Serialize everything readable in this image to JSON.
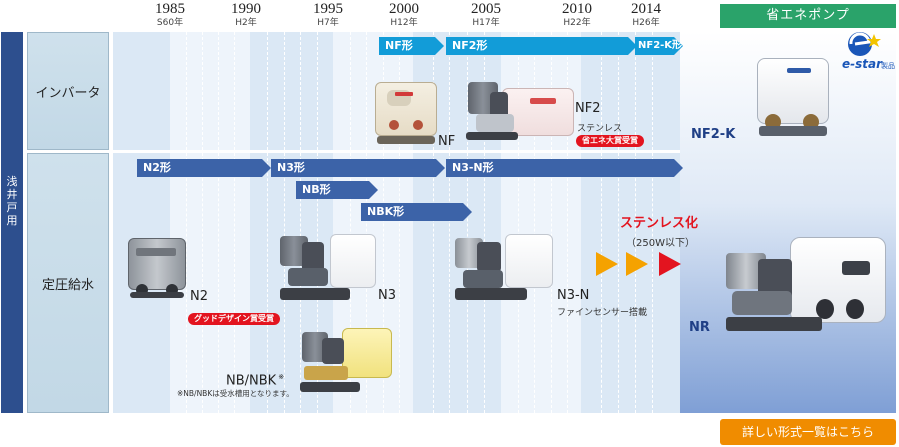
{
  "timeline": {
    "years": [
      {
        "year": "1985",
        "era": "S60年"
      },
      {
        "year": "1990",
        "era": "H2年"
      },
      {
        "year": "1995",
        "era": "H7年"
      },
      {
        "year": "2000",
        "era": "H12年"
      },
      {
        "year": "2005",
        "era": "H17年"
      },
      {
        "year": "2010",
        "era": "H22年"
      },
      {
        "year": "2014",
        "era": "H26年"
      }
    ]
  },
  "header": {
    "eco_title": "省エネポンプ"
  },
  "categories": {
    "main": "浅井戸用",
    "inverter": "インバータ",
    "constant": "定圧給水"
  },
  "arrows": {
    "nf": "NF形",
    "nf2": "NF2形",
    "nf2k": "NF2-K形",
    "n2": "N2形",
    "n3": "N3形",
    "n3n": "N3-N形",
    "nb": "NB形",
    "nbk": "NBK形"
  },
  "products": {
    "nf": "NF",
    "nf2": "NF2",
    "nf2_sub": "ステンレス",
    "nf2_award": "省エネ大賞受賞",
    "nf2k": "NF2-K",
    "n2": "N2",
    "n2_award": "グッドデザイン賞受賞",
    "n3": "N3",
    "n3n": "N3-N",
    "n3n_sub": "ファインセンサー搭載",
    "nbnbk": "NB/NBK",
    "nbnbk_mark": "※",
    "nbnbk_note": "※NB/NBKは受水槽用となります。",
    "nr": "NR"
  },
  "stainless": {
    "title": "ステンレス化",
    "sub": "（250W以下）"
  },
  "logo": {
    "text": "e-star",
    "suffix": "製品"
  },
  "details_button": "詳しい形式一覧はこちら",
  "colors": {
    "cyan": "#129cd8",
    "navy": "#3c63a8",
    "green": "#2aa36a",
    "orange": "#f08c00",
    "red": "#e3141f"
  }
}
